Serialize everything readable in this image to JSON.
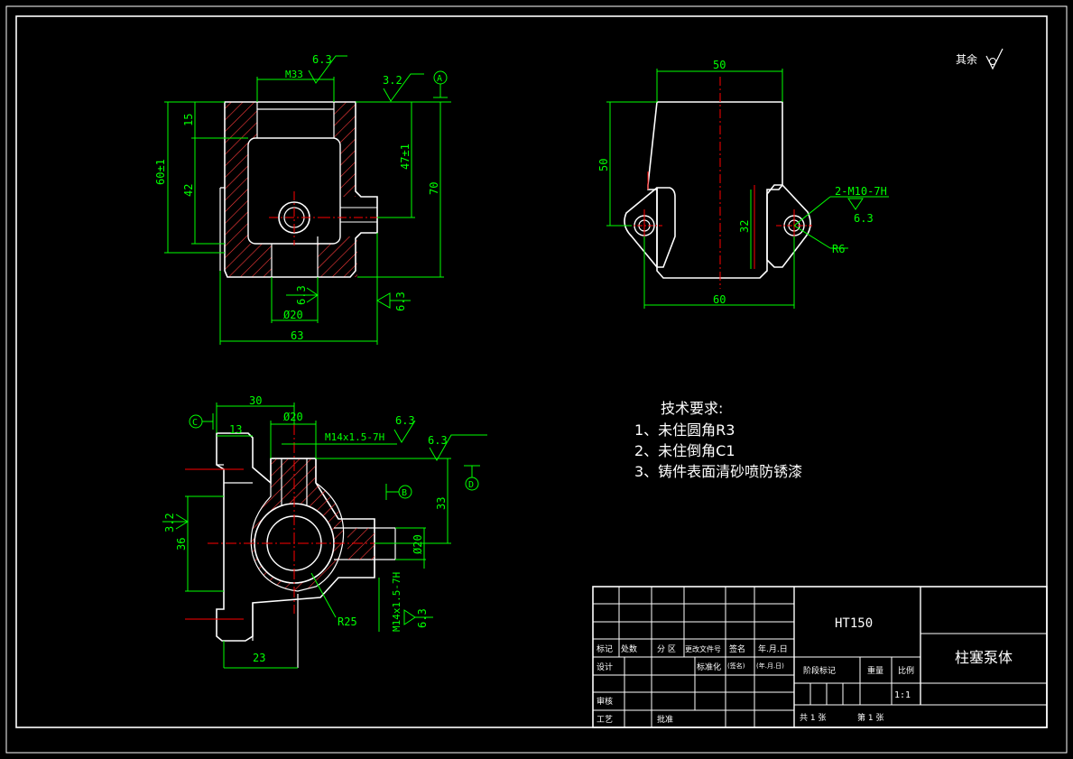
{
  "colors": {
    "background": "#000000",
    "frame": "#ffffff",
    "outline": "#ffffff",
    "dimension": "#00ff00",
    "center": "#ff0000",
    "hatch": "#ff3b3b",
    "title_text": "#ffffff"
  },
  "general_roughness": {
    "label": "其余",
    "symbol": "roughness-check-icon"
  },
  "front_view": {
    "dims": {
      "m33": "M33",
      "r63_top": "6.3",
      "r32_top": "3.2",
      "datum_a": "A",
      "d15": "15",
      "d60": "60±1",
      "d42": "42",
      "d47": "47±1",
      "d70": "70",
      "r63_mid": "6.3",
      "r63_right": "6.3",
      "dia20": "Ø20",
      "d63": "63"
    }
  },
  "side_view": {
    "dims": {
      "d50_top": "50",
      "d50_left": "50",
      "thread": "2-M10-7H",
      "r63": "6.3",
      "d32": "32",
      "r6": "R6",
      "d60": "60"
    }
  },
  "top_view": {
    "dims": {
      "d30": "30",
      "dia20": "Ø20",
      "datum_c": "C",
      "d13": "13",
      "m14_top": "M14x1.5-7H",
      "r63_a": "6.3",
      "r63_b": "6.3",
      "datum_d": "D",
      "datum_b": "B",
      "d33": "33",
      "r32": "3.2",
      "d36": "36",
      "dia20_r": "Ø20",
      "m14_right": "M14x1.5-7H",
      "r63_c": "6.3",
      "r25": "R25",
      "d23": "23"
    }
  },
  "tech_requirements": {
    "title": "技术要求:",
    "items": [
      "1、未住圆角R3",
      "2、未住倒角C1",
      "3、铸件表面清砂喷防锈漆"
    ]
  },
  "title_block": {
    "material": "HT150",
    "part_name": "柱塞泵体",
    "headers": [
      "标记",
      "处数",
      "分 区",
      "更改文件号",
      "签名",
      "年.月.日"
    ],
    "row_design": [
      "设计",
      "标准化",
      "(签名)",
      "(年.月.日)"
    ],
    "stage_label": "阶段标记",
    "weight_label": "重量",
    "scale_label": "比例",
    "scale_value": "1:1",
    "audit": "审核",
    "process": "工艺",
    "approve": "批准",
    "sheets_total": "共 1 张",
    "sheet_no": "第 1 张"
  }
}
